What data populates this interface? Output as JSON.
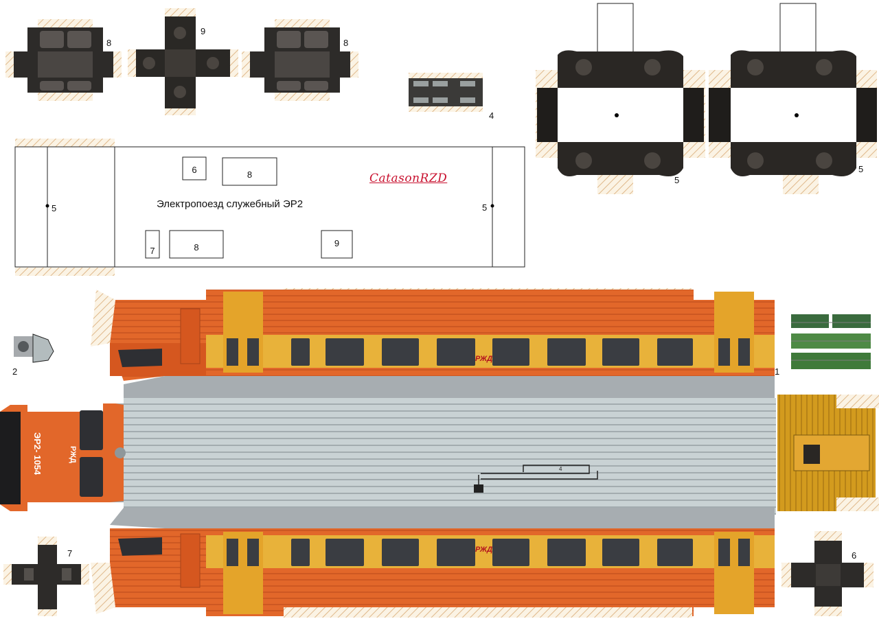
{
  "sheet": {
    "title": "Электропоезд служебный ЭР2",
    "signature": "CatasonRZD",
    "cab_number": "ЭР2- 1054",
    "cab_brand": "РЖД",
    "roof_marker": "4"
  },
  "labels": {
    "p8_left": "8",
    "p9_top": "9",
    "p8_right": "8",
    "p4": "4",
    "p5_bogie_left": "5",
    "p5_bogie_right": "5",
    "p5_floor_left": "5",
    "p5_floor_right": "5",
    "p2": "2",
    "p1": "1",
    "p7": "7",
    "p6": "6",
    "box_6": "6",
    "box_8_top": "8",
    "box_7": "7",
    "box_8_bottom": "8",
    "box_9": "9"
  },
  "colors": {
    "orange_body": "#e2672a",
    "yellow_stripe": "#e8b23a",
    "roof_grey": "#c7d0d2",
    "hatch": "#e7c99a",
    "bogie_dark": "#2a2724",
    "window_dark": "#3a3d42",
    "signature_red": "#c8102e"
  }
}
